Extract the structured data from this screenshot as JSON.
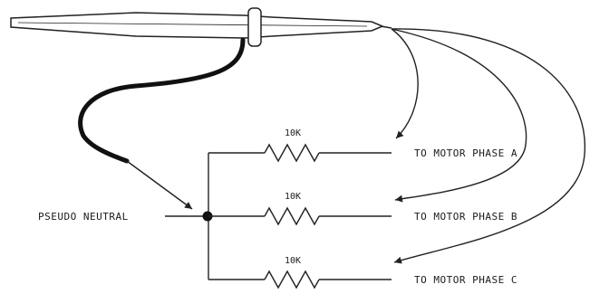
{
  "labels": {
    "pseudo_neutral": "PSEUDO NEUTRAL",
    "phase_a": "TO MOTOR PHASE A",
    "phase_b": "TO MOTOR PHASE B",
    "phase_c": "TO MOTOR PHASE C"
  },
  "resistors": [
    {
      "value": "10K"
    },
    {
      "value": "10K"
    },
    {
      "value": "10K"
    }
  ]
}
